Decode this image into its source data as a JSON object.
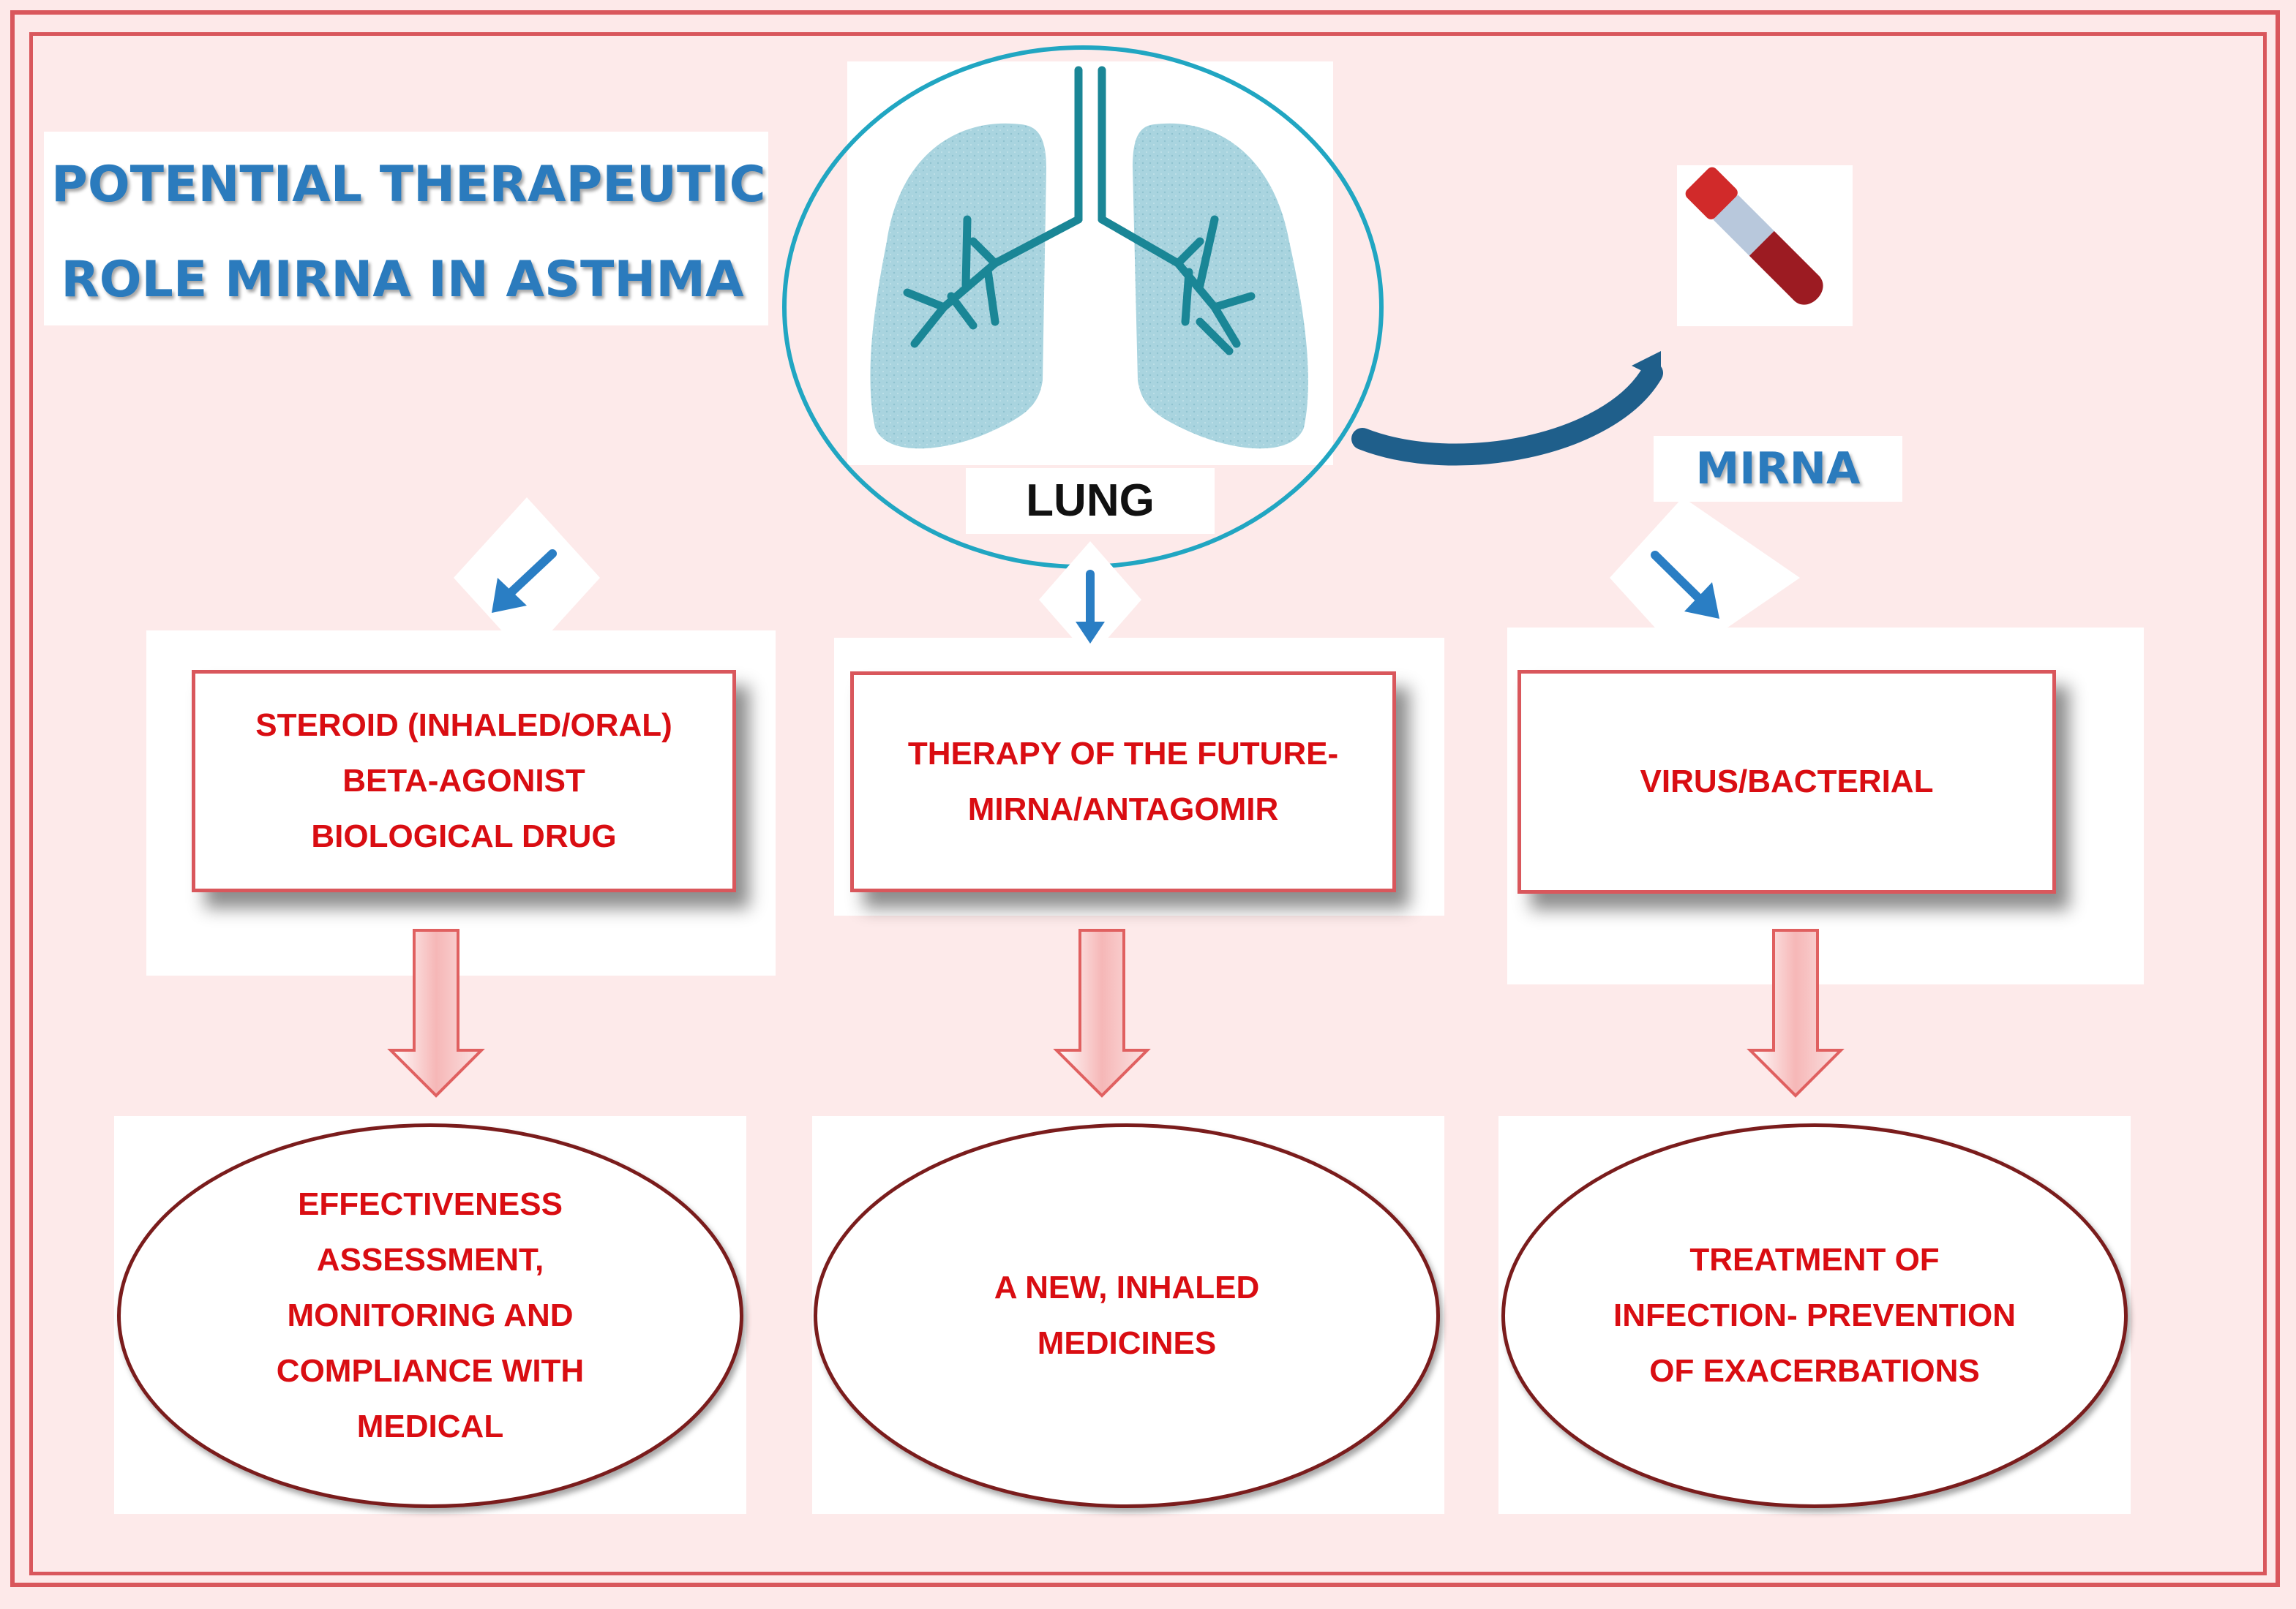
{
  "title": {
    "line1": "POTENTIAL THERAPEUTIC",
    "line2": "ROLE MIRNA IN ASTHMA"
  },
  "center": {
    "label": "LUNG"
  },
  "right_top": {
    "label": "MIRNA"
  },
  "boxes": [
    {
      "lines": [
        "STEROID (INHALED/ORAL)",
        "BETA-AGONIST",
        "BIOLOGICAL DRUG"
      ]
    },
    {
      "lines": [
        "THERAPY OF THE FUTURE-",
        "MIRNA/ANTAGOMIR"
      ]
    },
    {
      "lines": [
        "VIRUS/BACTERIAL"
      ]
    }
  ],
  "outcomes": [
    {
      "lines": [
        "EFFECTIVENESS",
        "ASSESSMENT,",
        "MONITORING AND",
        "COMPLIANCE WITH",
        "MEDICAL"
      ]
    },
    {
      "lines": [
        "A NEW, INHALED",
        "MEDICINES"
      ]
    },
    {
      "lines": [
        "TREATMENT OF",
        "INFECTION- PREVENTION",
        "OF EXACERBATIONS"
      ]
    }
  ],
  "colors": {
    "frame": "#d9575c",
    "title_blue": "#2b7bbd",
    "box_text_red": "#d90d12",
    "lung_fill": "#a9d4df",
    "airway": "#1a8696",
    "circle": "#21a6c2"
  },
  "icons": [
    "lungs-icon",
    "blood-tube-icon"
  ]
}
